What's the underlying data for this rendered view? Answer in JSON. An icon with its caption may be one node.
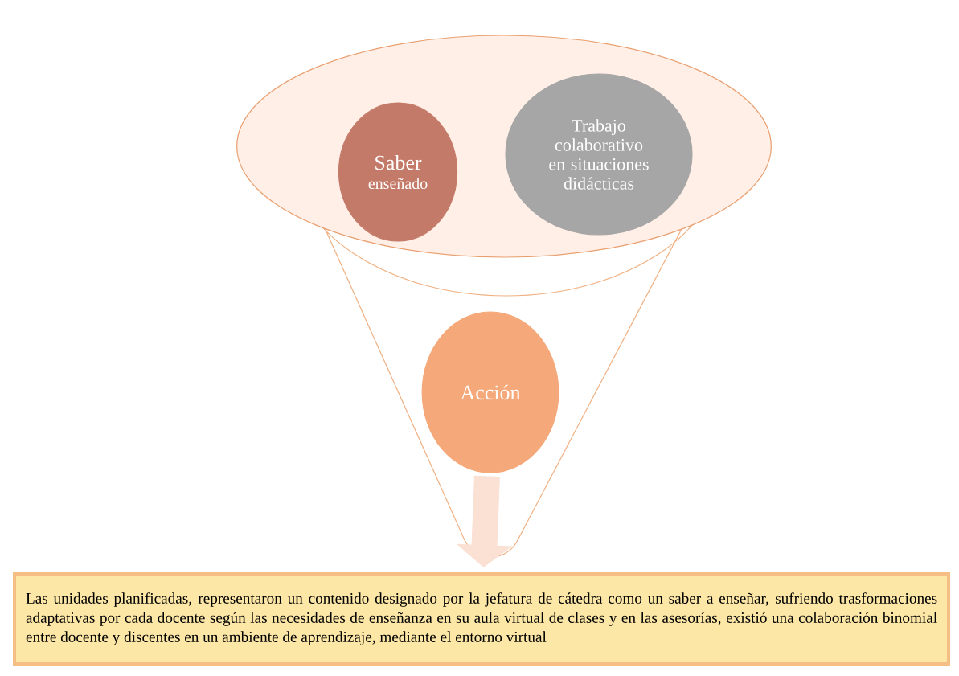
{
  "diagram": {
    "nodes": [
      {
        "text": [],
        "shape": "ellipse"
      },
      {
        "text": [
          "Saber",
          "enseñado"
        ],
        "in": 0
      },
      {
        "text": [
          "Trabajo colaborativo en situaciones didácticas"
        ],
        "in": 0
      },
      {
        "text": [
          "Acción"
        ]
      },
      {
        "text": [
          "Las unidades planificadas, representaron un contenido designado por la jefatura de cátedra como un saber a enseñar, sufriendo trasformaciones adaptativas por cada docente según las necesidades de enseñanza en su aula virtual de clases y en las asesorías, existió una colaboración binomial entre docente y discentes en un ambiente de aprendizaje, mediante el entorno virtual"
        ]
      }
    ],
    "edges": [
      {
        "from": 3,
        "to": 4,
        "arrow": "to"
      }
    ]
  }
}
